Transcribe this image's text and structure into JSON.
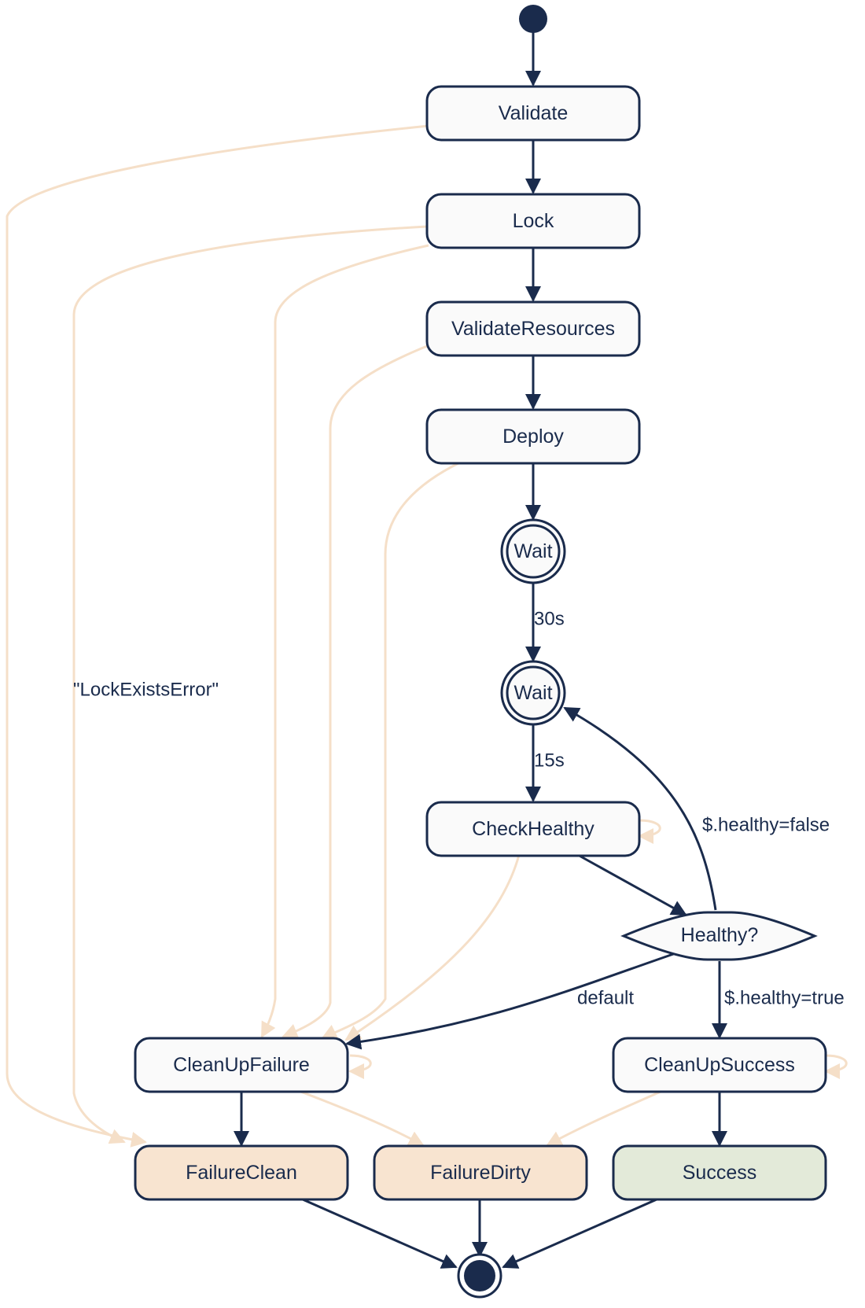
{
  "diagram": {
    "type": "state-machine",
    "colors": {
      "stroke": "#1a2b4c",
      "node_fill": "#fafafa",
      "failure_fill": "#f8e4d0",
      "success_fill": "#e3ead9",
      "error_edge": "#f5dfc8",
      "text": "#1a2b4c"
    },
    "states": {
      "validate": "Validate",
      "lock": "Lock",
      "validate_resources": "ValidateResources",
      "deploy": "Deploy",
      "wait_1": "Wait",
      "wait_2": "Wait",
      "check_healthy": "CheckHealthy",
      "healthy_choice": "Healthy?",
      "clean_up_failure": "CleanUpFailure",
      "clean_up_success": "CleanUpSuccess",
      "failure_clean": "FailureClean",
      "failure_dirty": "FailureDirty",
      "success": "Success"
    },
    "edge_labels": {
      "wait_30": "30s",
      "wait_15": "15s",
      "healthy_false": "$.healthy=false",
      "healthy_true": "$.healthy=true",
      "default": "default",
      "lock_error": "\"LockExistsError\""
    }
  }
}
